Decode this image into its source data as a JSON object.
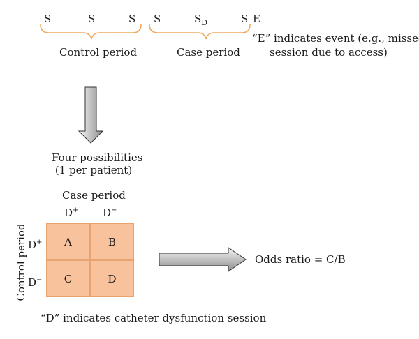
{
  "timeline": {
    "control_marks": [
      "S",
      "S",
      "S"
    ],
    "case_mark_1": "S",
    "case_mark_d": "S",
    "case_mark_d_sub": "D",
    "case_mark_3": "S",
    "event_mark": "E",
    "control_label": "Control period",
    "case_label": "Case period",
    "event_note_line1": "“E” indicates event (e.g., missed",
    "event_note_line2": "session due to access)"
  },
  "possibilities": {
    "line1": "Four possibilities",
    "line2": "(1 per patient)"
  },
  "table": {
    "case_period_label": "Case period",
    "control_period_label": "Control period",
    "col_headers": [
      {
        "base": "D",
        "sup": "+"
      },
      {
        "base": "D",
        "sup": "−"
      }
    ],
    "row_headers": [
      {
        "base": "D",
        "sup": "+"
      },
      {
        "base": "D",
        "sup": "−"
      }
    ],
    "cells": [
      "A",
      "B",
      "C",
      "D"
    ]
  },
  "result": {
    "odds_ratio": "Odds ratio = C/B"
  },
  "footnote": "“D” indicates catheter dysfunction session",
  "colors": {
    "brace": "#f0a860",
    "cell_fill": "#f7c29c",
    "cell_border": "#e8a372",
    "arrow_fill_light": "#f2f2f2",
    "arrow_fill_dark": "#9a9a9a"
  }
}
